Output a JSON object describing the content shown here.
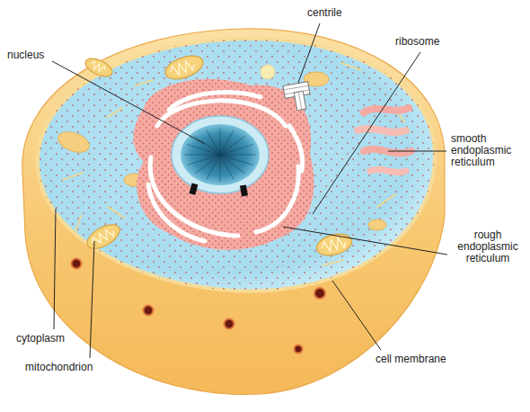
{
  "diagram": {
    "labels": [
      "centrile",
      "nucleus",
      "ribosome",
      "smooth endoplasmic reticulum",
      "rough endoplasmic reticulum",
      "cytoplasm",
      "mitochondrion",
      "cell membrane"
    ]
  }
}
